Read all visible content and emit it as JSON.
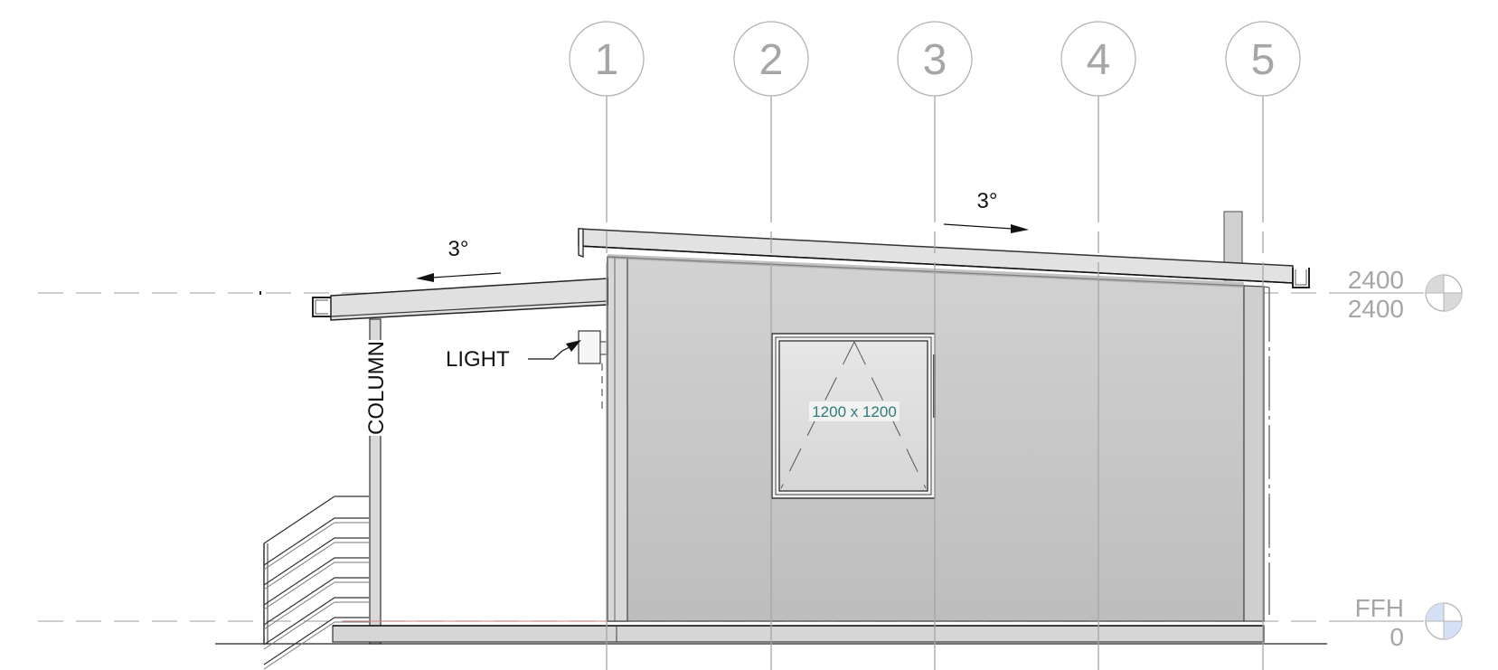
{
  "grids": [
    {
      "label": "1"
    },
    {
      "label": "2"
    },
    {
      "label": "3"
    },
    {
      "label": "4"
    },
    {
      "label": "5"
    }
  ],
  "levels": {
    "roof": {
      "elevation_upper": "2400",
      "elevation_lower": "2400"
    },
    "floor": {
      "name": "FFH",
      "elevation": "0"
    }
  },
  "annotations": {
    "porch_roof_slope": "3°",
    "main_roof_slope": "3°",
    "light_label": "LIGHT",
    "column_label": "COLUMN",
    "window_tag": "1200 x 1200"
  },
  "colors": {
    "wall_fill": "#c8c8c8",
    "grid_line": "#a6a6a6",
    "level_marker": "#d4e0f5",
    "tag_text": "#2e7b7b"
  }
}
